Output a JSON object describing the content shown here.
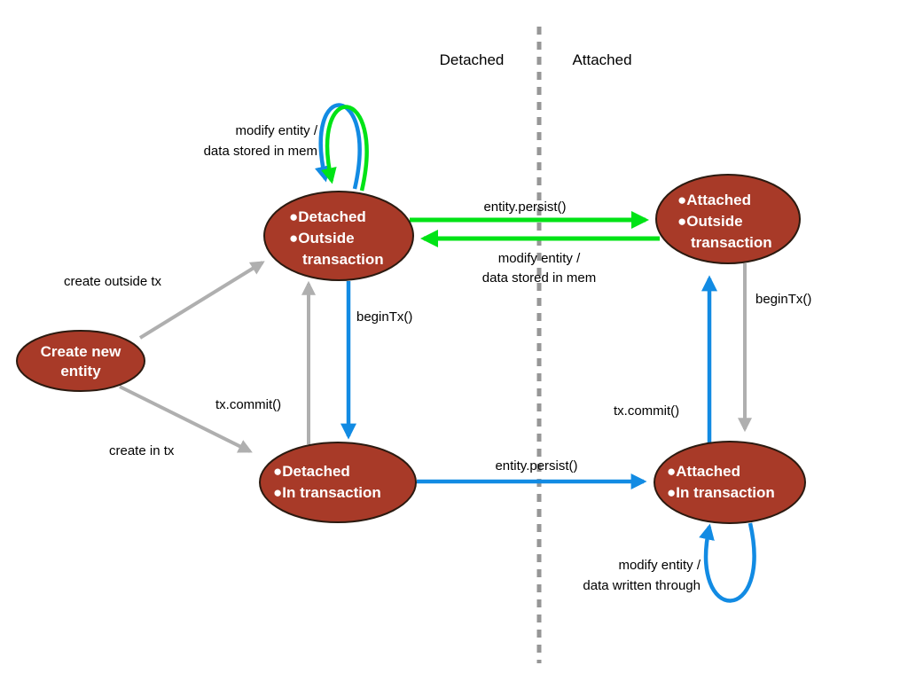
{
  "regions": {
    "left_label": "Detached",
    "right_label": "Attached"
  },
  "colors": {
    "node_fill": "#A83A28",
    "node_stroke": "#2B1A10",
    "green": "#00E316",
    "blue": "#128BE3",
    "gray": "#AFAFAF",
    "divider": "#969696"
  },
  "nodes": {
    "create_new": {
      "l1": "Create new",
      "l2": "entity"
    },
    "detached_outside": {
      "l1": "●Detached",
      "l2": "●Outside",
      "l3": "transaction"
    },
    "attached_outside": {
      "l1": "●Attached",
      "l2": "●Outside",
      "l3": "transaction"
    },
    "detached_in": {
      "l1": "●Detached",
      "l2": "●In transaction"
    },
    "attached_in": {
      "l1": "●Attached",
      "l2": "●In transaction"
    }
  },
  "labels": {
    "create_outside_tx": "create outside tx",
    "create_in_tx": "create in tx",
    "tx_commit_left": "tx.commit()",
    "begin_tx_left": "beginTx()",
    "entity_persist_top": "entity.persist()",
    "modify_mem_top": {
      "l1": "modify entity /",
      "l2": "data stored in mem"
    },
    "modify_mem_mid": {
      "l1": "modify entity /",
      "l2": "data stored in mem"
    },
    "entity_persist_bottom": "entity.persist()",
    "tx_commit_right": "tx.commit()",
    "begin_tx_right": "beginTx()",
    "modify_written_through": {
      "l1": "modify entity /",
      "l2": "data written through"
    }
  }
}
